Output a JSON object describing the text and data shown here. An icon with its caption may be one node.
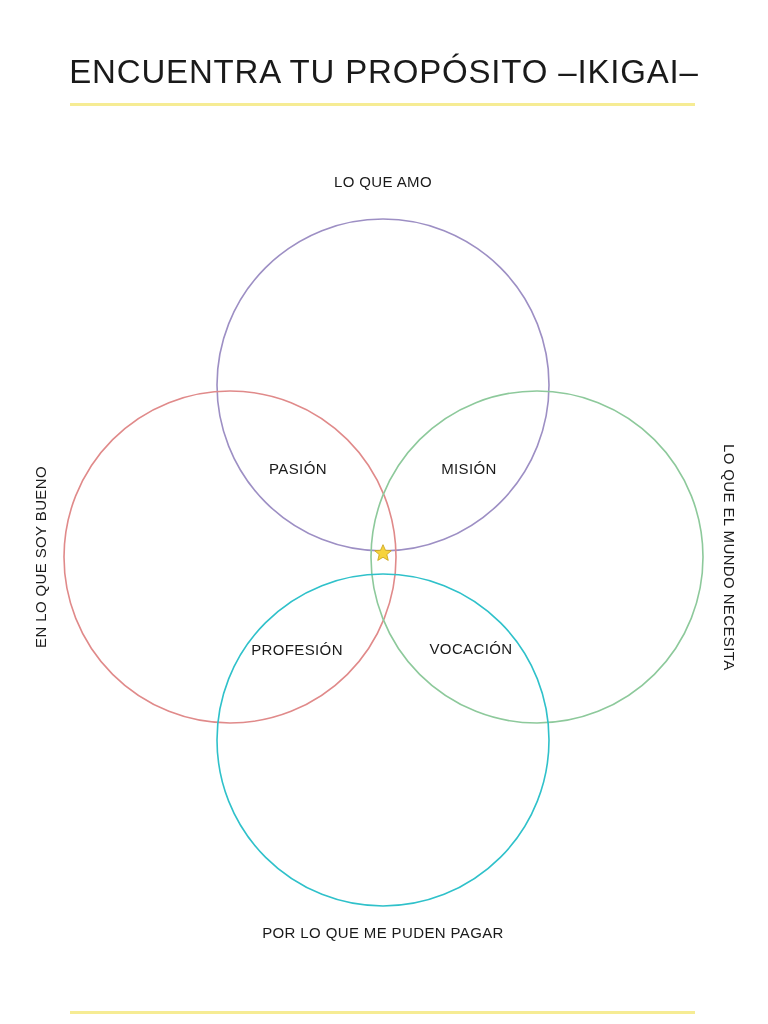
{
  "diagram": {
    "title": "ENCUENTRA TU PROPÓSITO –IKIGAI–",
    "nodes": [
      {
        "text": [
          "LO QUE AMO"
        ]
      },
      {
        "text": [
          "EN LO QUE SOY BUENO"
        ]
      },
      {
        "text": [
          "LO QUE EL MUNDO NECESITA"
        ]
      },
      {
        "text": [
          "POR LO QUE ME PUDEN PAGAR"
        ]
      }
    ],
    "labels": [
      "PASIÓN",
      "MISIÓN",
      "PROFESIÓN",
      "VOCACIÓN"
    ]
  }
}
